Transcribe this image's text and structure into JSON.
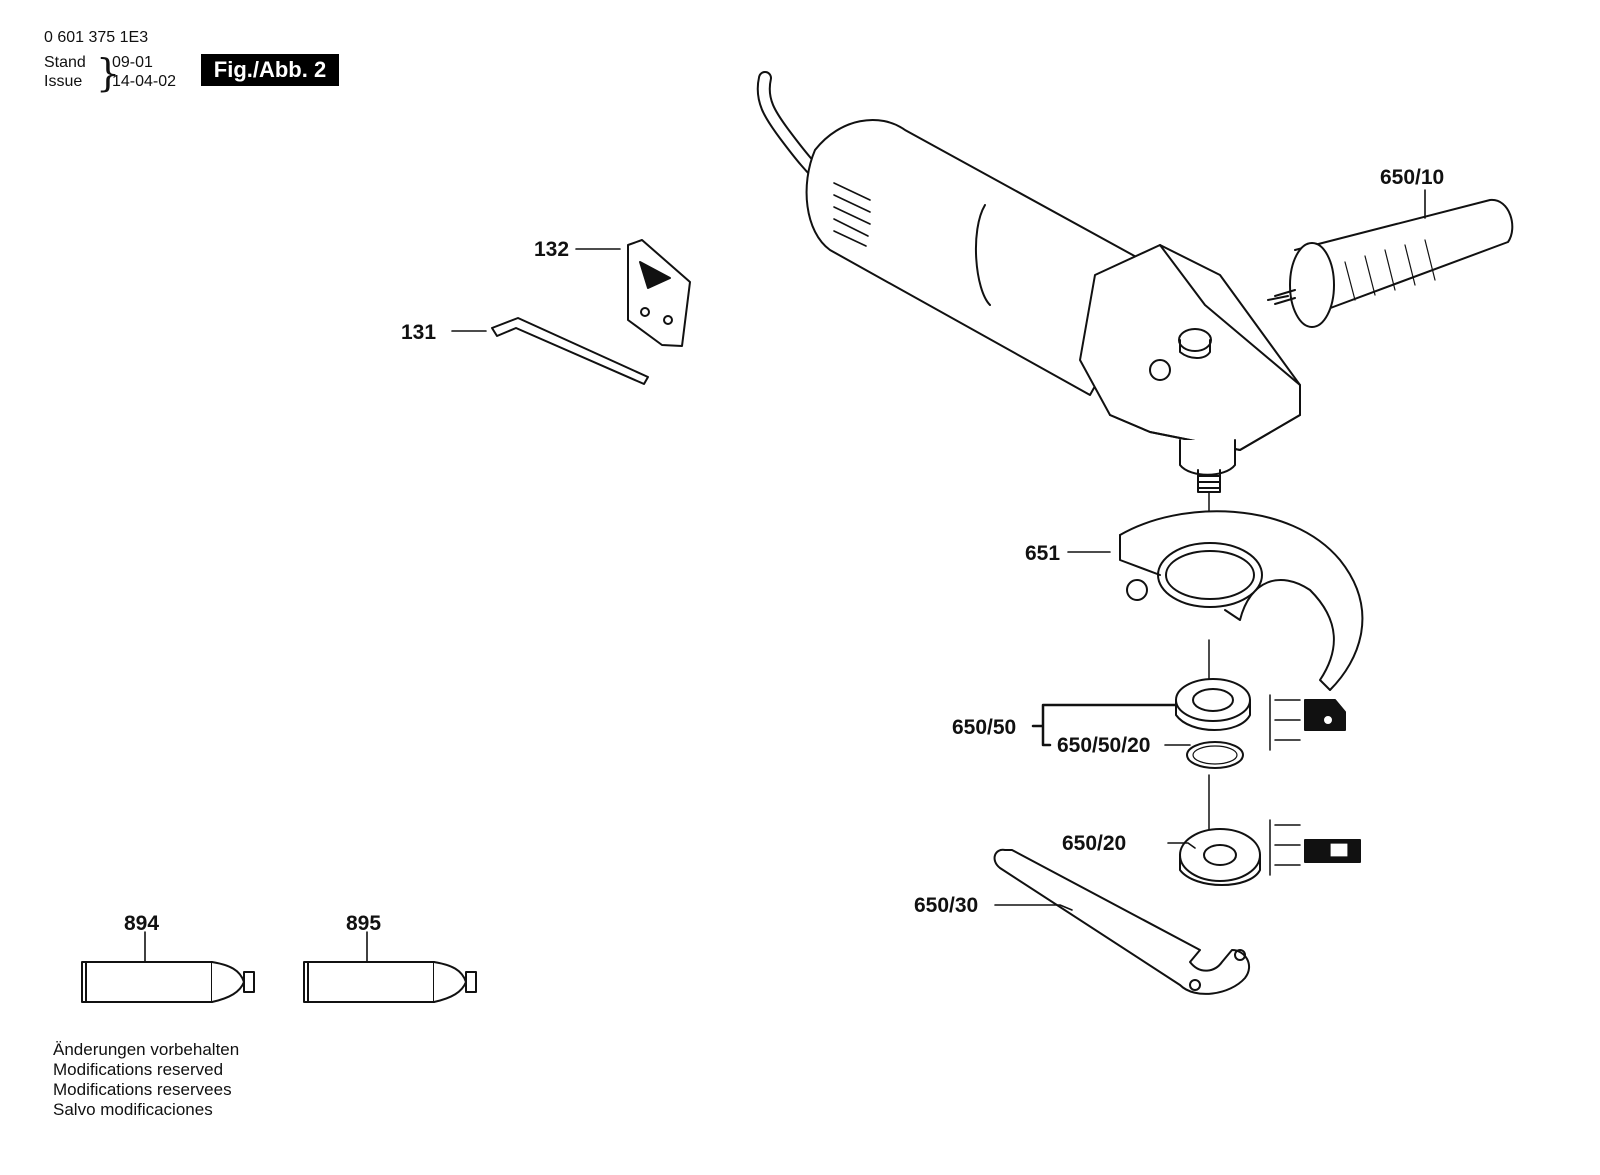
{
  "header": {
    "part_number": "0 601 375 1E3",
    "stand_label": "Stand",
    "issue_label": "Issue",
    "stand_date": "09-01",
    "issue_date": "14-04-02",
    "figure_label": "Fig./Abb. 2"
  },
  "callouts": {
    "c132": "132",
    "c131": "131",
    "c650_10": "650/10",
    "c651": "651",
    "c650_50": "650/50",
    "c650_50_20": "650/50/20",
    "c650_20": "650/20",
    "c650_30": "650/30",
    "c894": "894",
    "c895": "895"
  },
  "notes": [
    "Änderungen vorbehalten",
    "Modifications reserved",
    "Modifications reservees",
    "Salvo modificaciones"
  ]
}
